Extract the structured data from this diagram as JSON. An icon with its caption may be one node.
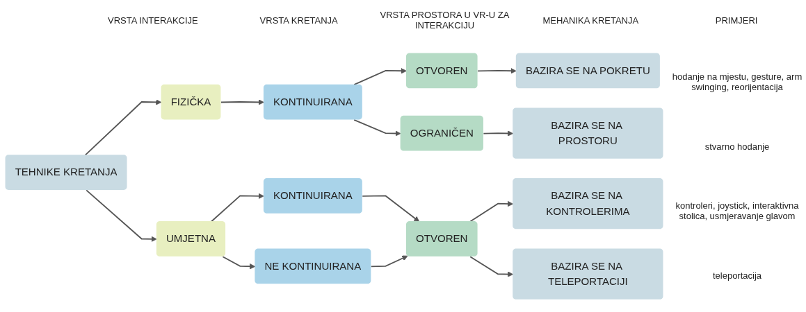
{
  "diagram": {
    "nodes": [
      {
        "text": [
          "TEHNIKE KRETANJA"
        ]
      },
      {
        "text": [
          "FIZIČKA"
        ]
      },
      {
        "text": [
          "UMJETNA"
        ]
      },
      {
        "text": [
          "KONTINUIRANA"
        ]
      },
      {
        "text": [
          "KONTINUIRANA"
        ]
      },
      {
        "text": [
          "NE KONTINUIRANA"
        ]
      },
      {
        "text": [
          "OTVOREN"
        ]
      },
      {
        "text": [
          "OGRANIČEN"
        ]
      },
      {
        "text": [
          "OTVOREN"
        ]
      },
      {
        "text": [
          "BAZIRA SE NA POKRETU"
        ]
      },
      {
        "text": [
          "BAZIRA SE NA PROSTORU"
        ]
      },
      {
        "text": [
          "BAZIRA SE NA KONTROLERIMA"
        ]
      },
      {
        "text": [
          "BAZIRA SE NA TELEPORTACIJI"
        ]
      }
    ],
    "edges": [
      {
        "from": 0,
        "to": 1,
        "arrow": "to"
      },
      {
        "from": 0,
        "to": 2,
        "arrow": "to"
      },
      {
        "from": 1,
        "to": 3,
        "arrow": "to"
      },
      {
        "from": 3,
        "to": 6,
        "arrow": "to"
      },
      {
        "from": 3,
        "to": 7,
        "arrow": "to"
      },
      {
        "from": 2,
        "to": 4,
        "arrow": "to"
      },
      {
        "from": 2,
        "to": 5,
        "arrow": "to"
      },
      {
        "from": 6,
        "to": 9,
        "arrow": "to"
      },
      {
        "from": 7,
        "to": 10,
        "arrow": "to"
      },
      {
        "from": 4,
        "to": 8,
        "arrow": "to"
      },
      {
        "from": 5,
        "to": 8,
        "arrow": "to"
      },
      {
        "from": 8,
        "to": 11,
        "arrow": "to"
      },
      {
        "from": 8,
        "to": 12,
        "arrow": "to"
      }
    ],
    "labels": [
      "VRSTA INTERAKCIJE",
      "VRSTA KRETANJA",
      "VRSTA PROSTORA U VR-U ZA INTERAKCIJU",
      "MEHANIKA KRETANJA",
      "PRIMJERI",
      "hodanje na mjestu, gesture, arm swinging, reorijentacija",
      "stvarno hodanje",
      "kontroleri, joystick, interaktivna stolica, usmjeravanje glavom",
      "teleportacija"
    ]
  }
}
